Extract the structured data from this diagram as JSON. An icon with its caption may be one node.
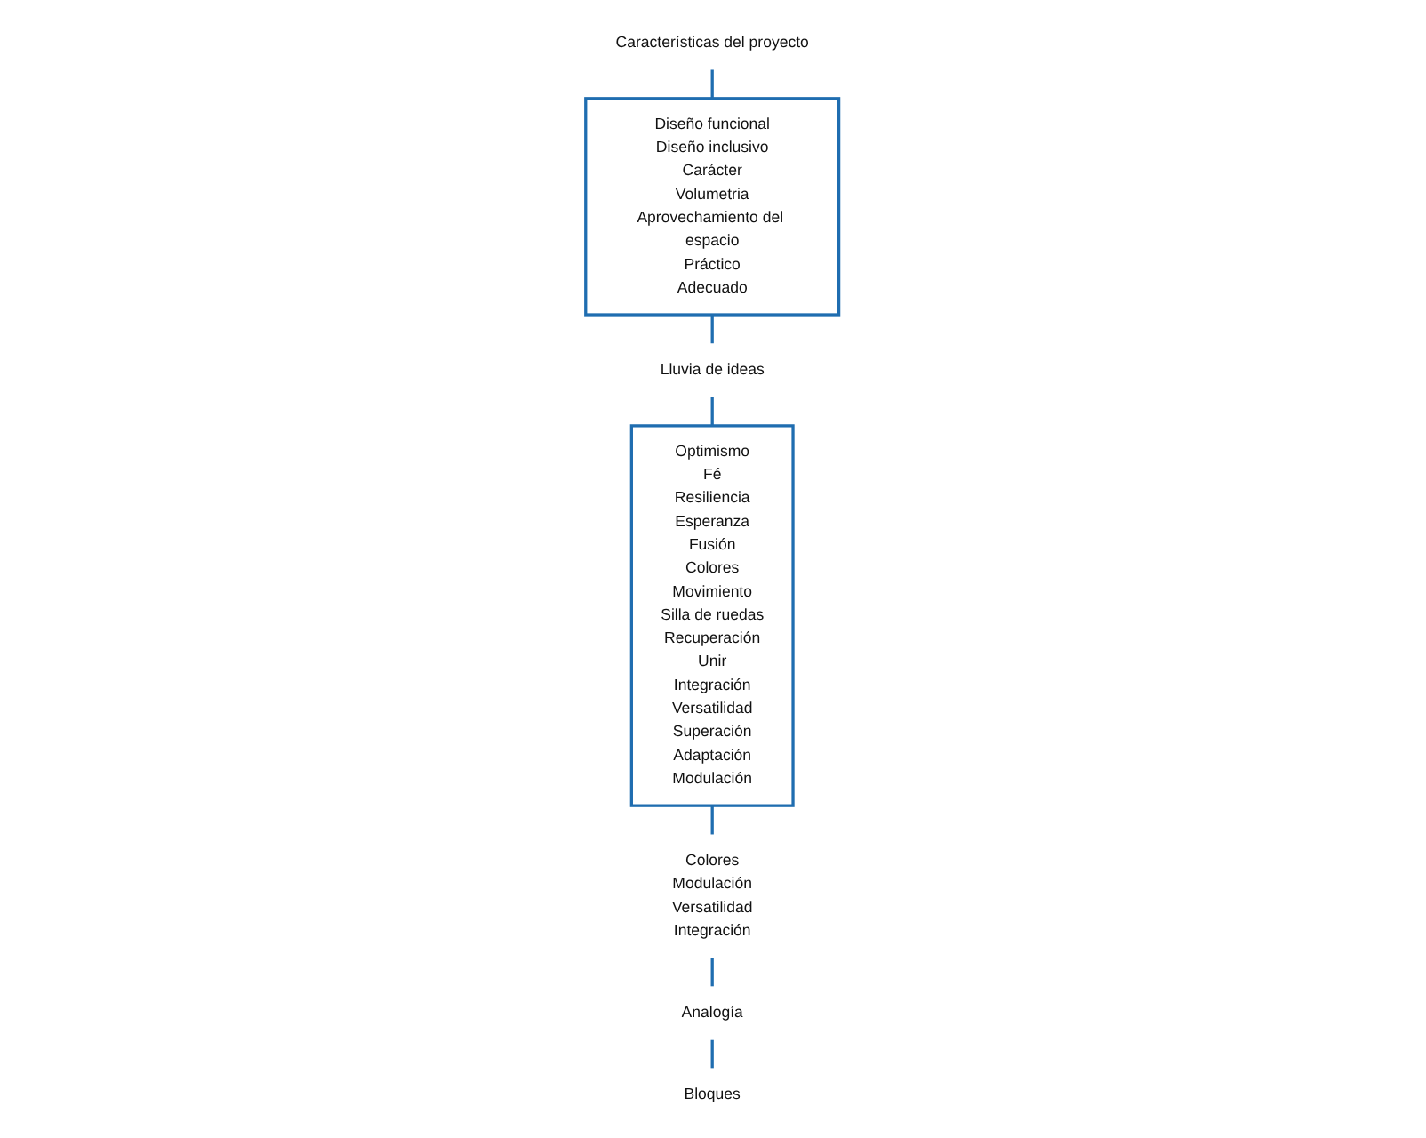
{
  "diagram": {
    "nodes": [
      {
        "text": [
          "Características del proyecto"
        ]
      },
      {
        "text": [
          "Diseño funcional",
          "Diseño inclusivo",
          "Carácter",
          "Volumetria",
          "Aprovechamiento del espacio",
          "Práctico",
          "Adecuado"
        ]
      },
      {
        "text": [
          "Lluvia de ideas"
        ]
      },
      {
        "text": [
          "Optimismo",
          "Fé",
          "Resiliencia",
          "Esperanza",
          "Fusión",
          "Colores",
          "Movimiento",
          "Silla de ruedas",
          "Recuperación",
          "Unir",
          "Integración",
          "Versatilidad",
          "Superación",
          "Adaptación",
          "Modulación"
        ]
      },
      {
        "text": [
          "Colores",
          "Modulación",
          "Versatilidad",
          "Integración"
        ]
      },
      {
        "text": [
          "Analogía"
        ]
      },
      {
        "text": [
          "Bloques"
        ]
      }
    ],
    "edges": [
      {
        "from": 0,
        "to": 1,
        "arrow": "none"
      },
      {
        "from": 1,
        "to": 2,
        "arrow": "none"
      },
      {
        "from": 2,
        "to": 3,
        "arrow": "none"
      },
      {
        "from": 3,
        "to": 4,
        "arrow": "none"
      },
      {
        "from": 4,
        "to": 5,
        "arrow": "none"
      },
      {
        "from": 5,
        "to": 6,
        "arrow": "none"
      }
    ]
  }
}
